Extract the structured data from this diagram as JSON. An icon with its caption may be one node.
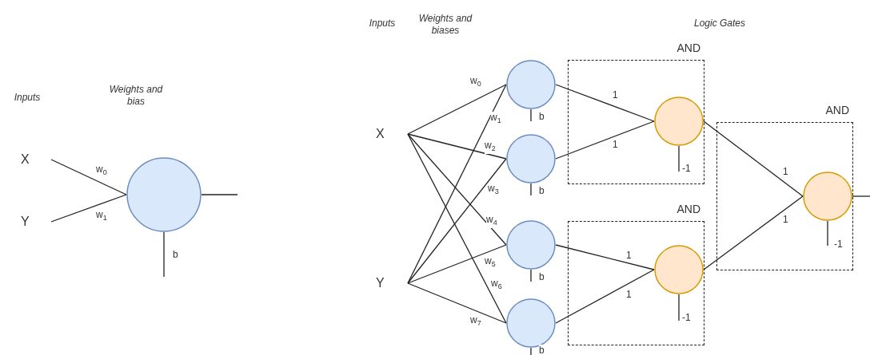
{
  "diagram": {
    "nodes": [
      {
        "text": [
          "X"
        ]
      },
      {
        "text": [
          "Y"
        ]
      },
      {
        "text": [],
        "shape": "circle"
      },
      {
        "text": [
          "X"
        ]
      },
      {
        "text": [
          "Y"
        ]
      },
      {
        "text": [],
        "shape": "circle"
      },
      {
        "text": [],
        "shape": "circle"
      },
      {
        "text": [],
        "shape": "circle"
      },
      {
        "text": [],
        "shape": "circle"
      },
      {
        "text": [
          "AND"
        ]
      },
      {
        "text": [],
        "shape": "circle",
        "in": 9
      },
      {
        "text": [
          "AND"
        ]
      },
      {
        "text": [],
        "shape": "circle",
        "in": 11
      },
      {
        "text": [
          "AND"
        ]
      },
      {
        "text": [],
        "shape": "circle",
        "in": 13
      }
    ],
    "edges": [
      {
        "from": 0,
        "to": 2,
        "arrow": "none",
        "label": "w$_{0}$"
      },
      {
        "from": 1,
        "to": 2,
        "arrow": "none",
        "label": "w$_{1}$"
      },
      {
        "from": 2,
        "to": null,
        "arrow": "none",
        "label": "b"
      },
      {
        "from": 2,
        "to": null,
        "arrow": "none"
      },
      {
        "from": 3,
        "to": 5,
        "arrow": "none",
        "label": "w$_{0}$"
      },
      {
        "from": 4,
        "to": 5,
        "arrow": "none",
        "label": "w$_{1}$"
      },
      {
        "from": 3,
        "to": 6,
        "arrow": "none",
        "label": "w$_{2}$"
      },
      {
        "from": 4,
        "to": 6,
        "arrow": "none",
        "label": "w$_{3}$"
      },
      {
        "from": 3,
        "to": 7,
        "arrow": "none",
        "label": "w$_{4}$"
      },
      {
        "from": 4,
        "to": 7,
        "arrow": "none",
        "label": "w$_{5}$"
      },
      {
        "from": 3,
        "to": 8,
        "arrow": "none",
        "label": "w$_{6}$"
      },
      {
        "from": 4,
        "to": 8,
        "arrow": "none",
        "label": "w$_{7}$"
      },
      {
        "from": 5,
        "to": null,
        "arrow": "none",
        "label": "b"
      },
      {
        "from": 6,
        "to": null,
        "arrow": "none",
        "label": "b"
      },
      {
        "from": 7,
        "to": null,
        "arrow": "none",
        "label": "b"
      },
      {
        "from": 8,
        "to": null,
        "arrow": "none",
        "label": "b"
      },
      {
        "from": 5,
        "to": 10,
        "arrow": "none",
        "label": "1"
      },
      {
        "from": 6,
        "to": 10,
        "arrow": "none",
        "label": "1"
      },
      {
        "from": 7,
        "to": 12,
        "arrow": "none",
        "label": "1"
      },
      {
        "from": 8,
        "to": 12,
        "arrow": "none",
        "label": "1"
      },
      {
        "from": 10,
        "to": null,
        "arrow": "none",
        "label": "-1"
      },
      {
        "from": 12,
        "to": null,
        "arrow": "none",
        "label": "-1"
      },
      {
        "from": 10,
        "to": 14,
        "arrow": "none",
        "label": "1"
      },
      {
        "from": 12,
        "to": 14,
        "arrow": "none",
        "label": "1"
      },
      {
        "from": 14,
        "to": null,
        "arrow": "none",
        "label": "-1"
      },
      {
        "from": 14,
        "to": null,
        "arrow": "none"
      }
    ],
    "labels": [
      "Inputs",
      "Weights and bias",
      "Inputs",
      "Weights and biases",
      "Logic Gates"
    ]
  }
}
